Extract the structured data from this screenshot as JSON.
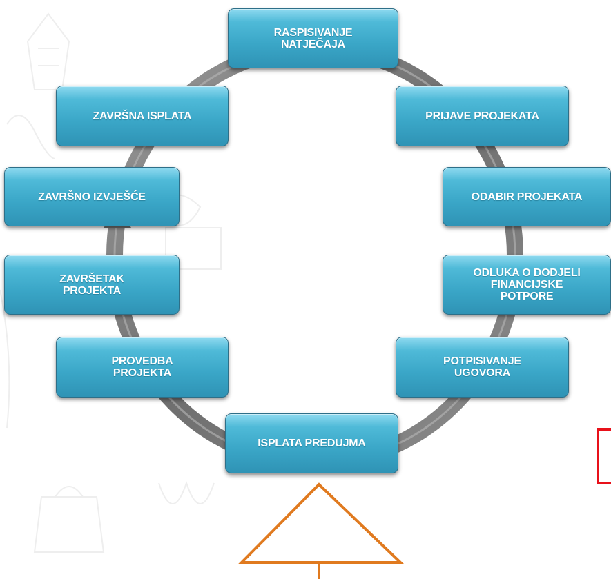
{
  "diagram": {
    "steps": [
      {
        "id": "raspisivanje",
        "label": "RASPISIVANJE\nNATJEČAJA"
      },
      {
        "id": "prijave",
        "label": "PRIJAVE PROJEKATA"
      },
      {
        "id": "odabir",
        "label": "ODABIR PROJEKATA"
      },
      {
        "id": "odluka",
        "label": "ODLUKA O DODJELI\nFINANCIJSKE\nPOTPORE"
      },
      {
        "id": "potpisivanje",
        "label": "POTPISIVANJE\nUGOVORA"
      },
      {
        "id": "isplata-predujma",
        "label": "ISPLATA PREDUJMA"
      },
      {
        "id": "provedba",
        "label": "PROVEDBA\nPROJEKTA"
      },
      {
        "id": "zavrsetak",
        "label": "ZAVRŠETAK\nPROJEKTA"
      },
      {
        "id": "zavrsno-izvjesce",
        "label": "ZAVRŠNO IZVJEŠĆE"
      },
      {
        "id": "zavrsna-isplata",
        "label": "ZAVRŠNA ISPLATA"
      }
    ]
  },
  "colors": {
    "box_fill": "#3aa6c7",
    "ring": "#7b7b7b",
    "pointer_arrow": "#e07a1f",
    "highlight_box": "#e8111a"
  }
}
